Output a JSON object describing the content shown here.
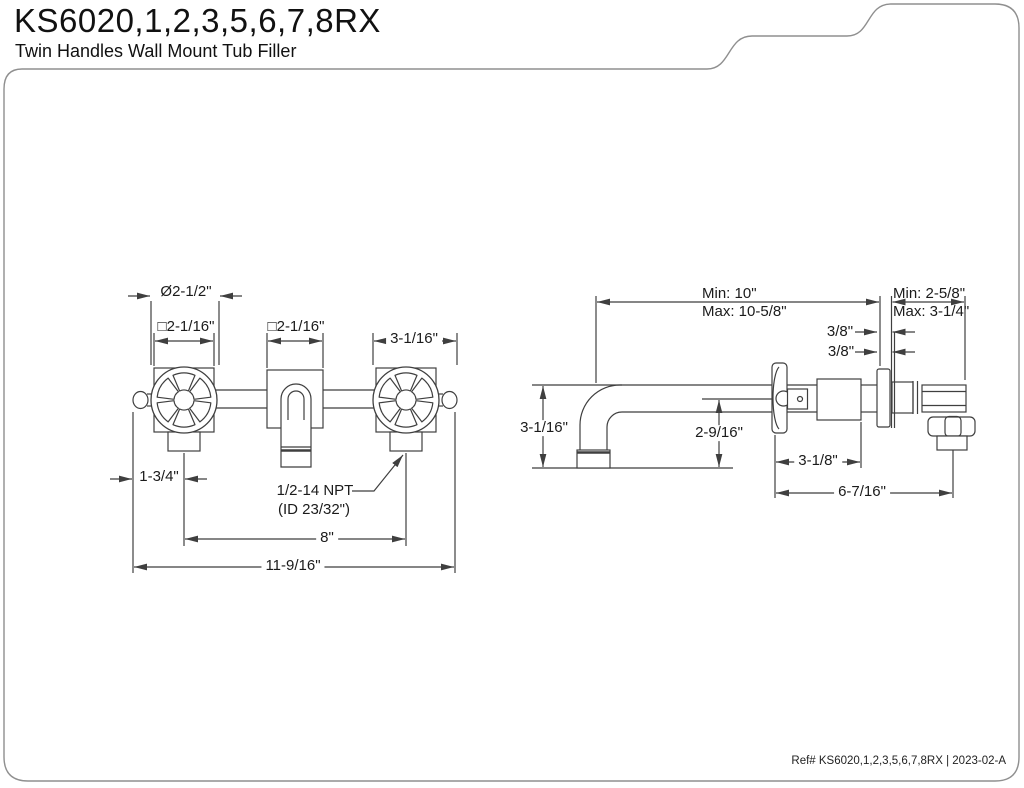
{
  "header": {
    "title": "KS6020,1,2,3,5,6,7,8RX",
    "subtitle": "Twin Handles Wall Mount Tub Filler"
  },
  "front_view": {
    "handle_diameter": "Ø2-1/2\"",
    "left_square": "□2-1/16\"",
    "center_square": "□2-1/16\"",
    "handle_width": "3-1/16\"",
    "end_offset": "1-3/4\"",
    "thread_line1": "1/2-14 NPT",
    "thread_line2": "(ID 23/32\")",
    "handle_spacing": "8\"",
    "overall_width": "11-9/16\""
  },
  "side_view": {
    "reach_min": "Min: 10\"",
    "reach_max": "Max: 10-5/8\"",
    "depth_min": "Min: 2-5/8\"",
    "depth_max": "Max: 3-1/4\"",
    "plate_dim_a": "3/8\"",
    "plate_dim_b": "3/8\"",
    "spout_height": "3-1/16\"",
    "outlet_drop": "2-9/16\"",
    "valve_depth": "3-1/8\"",
    "total_depth": "6-7/16\""
  },
  "footer": {
    "reference": "Ref# KS6020,1,2,3,5,6,7,8RX | 2023-02-A"
  }
}
